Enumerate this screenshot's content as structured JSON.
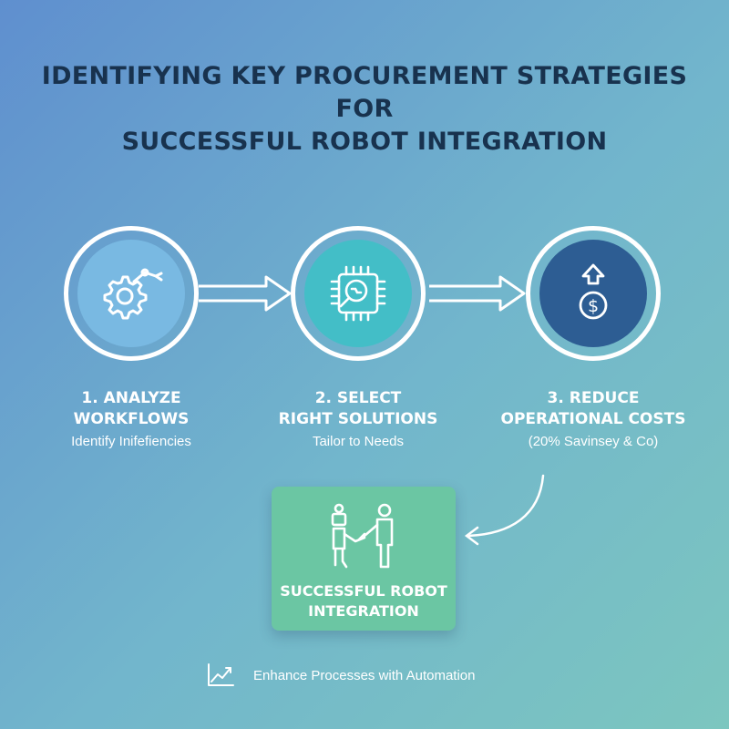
{
  "title_line1": "IDENTIFYING KEY PROCUREMENT STRATEGIES FOR",
  "title_line2": "SUCCESSFUL ROBOT INTEGRATION",
  "steps": [
    {
      "title_line1": "1. ANALYZE",
      "title_line2": "WORKFLOWS",
      "subtitle": "Identify Inifefiencies",
      "icon": "gear-robot-arm-icon",
      "color": "#79b9e2"
    },
    {
      "title_line1": "2. SELECT",
      "title_line2": "RIGHT SOLUTIONS",
      "subtitle": "Tailor to Needs",
      "icon": "chip-magnifier-icon",
      "color": "#43bec7"
    },
    {
      "title_line1": "3. REDUCE",
      "title_line2": "OPERATIONAL COSTS",
      "subtitle": "(20% Savinsey & Co)",
      "icon": "dollar-up-arrow-icon",
      "color": "#2d5d93"
    }
  ],
  "result": {
    "line1": "SUCCESSFUL ROBOT",
    "line2": "INTEGRATION",
    "icon": "robot-handshake-icon",
    "color": "#6bc6a3"
  },
  "footer": {
    "text": "Enhance Processes with Automation",
    "icon": "trend-line-icon"
  }
}
